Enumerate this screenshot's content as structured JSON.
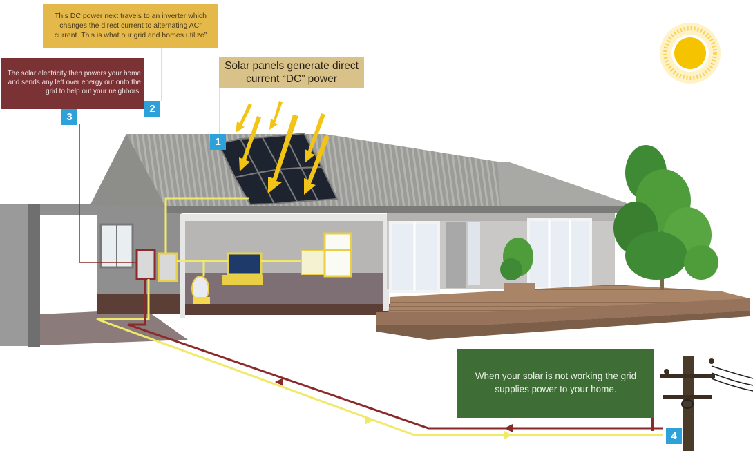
{
  "callouts": {
    "step1": {
      "number": "1",
      "text": "Solar panels generate direct current “DC” power"
    },
    "step2": {
      "number": "2",
      "text": "This DC power next travels to an inverter which changes the direct current to alternating AC” current. This is what our grid and homes utilize”"
    },
    "step3": {
      "number": "3",
      "text": "The solar electricity then powers your home and sends any left over energy out onto the grid to help out your neighbors."
    },
    "step4": {
      "number": "4",
      "text": "When your solar is not working the grid supplies power to your home."
    }
  },
  "colors": {
    "dc_line": "#f1e96a",
    "grid_line": "#8a2a2a",
    "badge": "#2da1d9",
    "sun": "#f6c300"
  }
}
